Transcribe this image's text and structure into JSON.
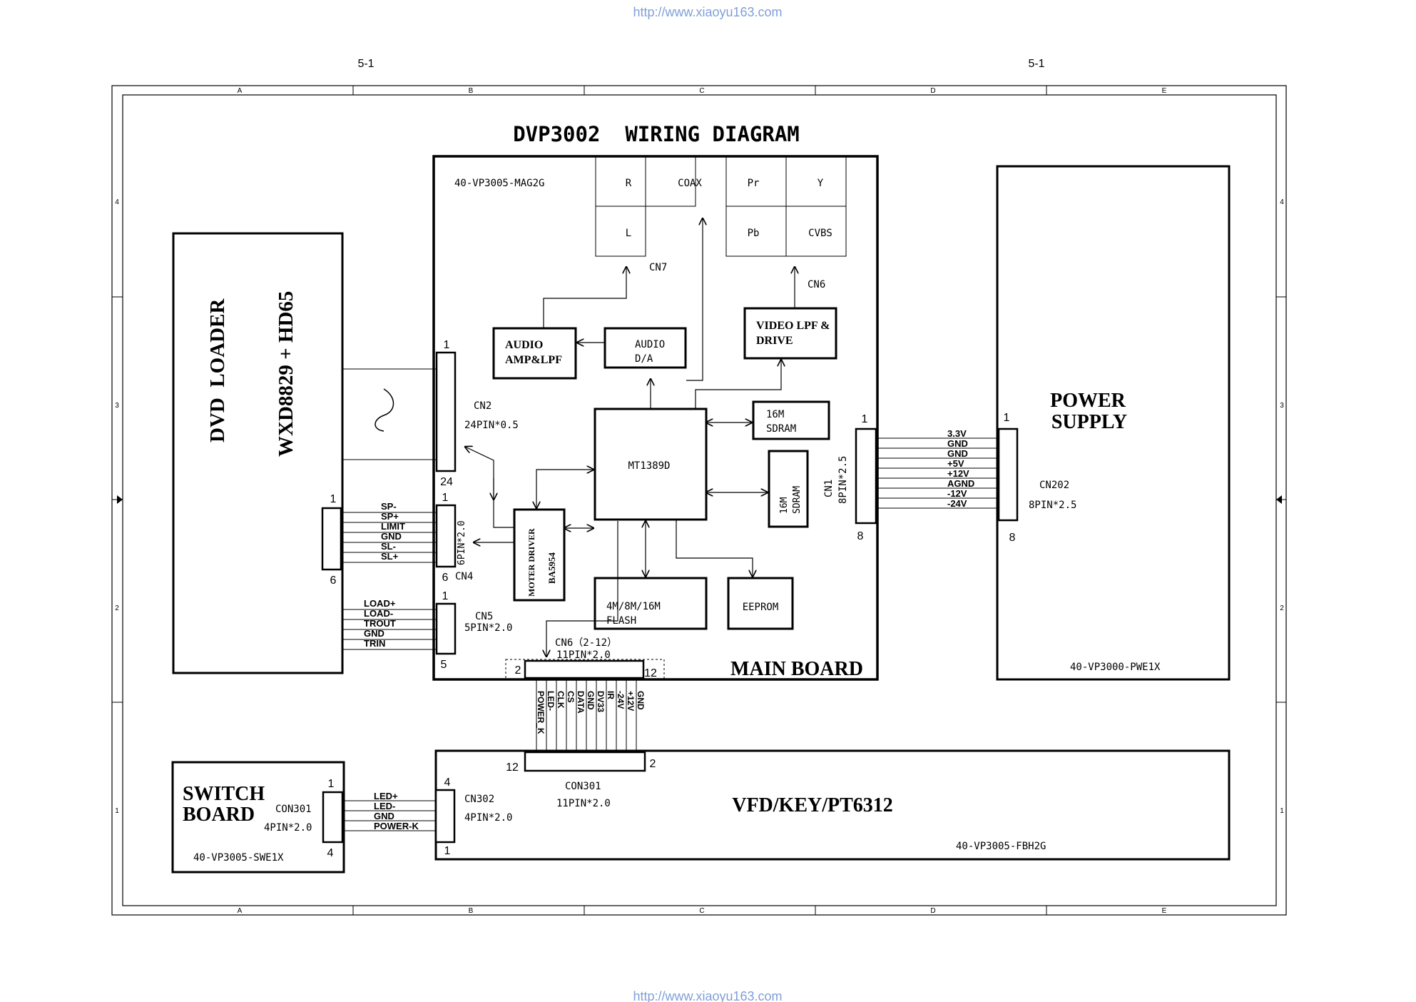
{
  "url_top": "http://www.xiaoyu163.com",
  "url_bottom": "http://www.xiaoyu163.com",
  "page_left": "5-1",
  "page_right": "5-1",
  "title": "DVP3002  WIRING DIAGRAM",
  "grid": {
    "cols": [
      "A",
      "B",
      "C",
      "D",
      "E"
    ],
    "rows": [
      "4",
      "3",
      "2",
      "1"
    ]
  },
  "loader": {
    "line1": "DVD  LOADER",
    "line2": "WXD8829 + HD65"
  },
  "loader_conn": {
    "pin_first": "1",
    "pin_last": "6"
  },
  "spindle_signals": [
    "SP-",
    "SP+",
    "LIMIT",
    "GND",
    "SL-",
    "SL+"
  ],
  "load_signals": [
    "LOAD+",
    "LOAD-",
    "TROUT",
    "GND",
    "TRIN"
  ],
  "main": {
    "part": "40-VP3005-MAG2G",
    "label": "MAIN BOARD",
    "cn2": {
      "name": "CN2",
      "spec": "24PIN*0.5",
      "pin_first": "1",
      "pin_last": "24"
    },
    "cn4": {
      "name": "CN4",
      "spec": "6PIN*2.0",
      "pin_first": "1",
      "pin_last": "6"
    },
    "cn5": {
      "name": "CN5",
      "spec": "5PIN*2.0",
      "pin_first": "1",
      "pin_last": "5"
    },
    "cn6b": {
      "name": "CN6（2-12）",
      "spec": "11PIN*2.0",
      "pin_first": "2",
      "pin_last": "12"
    },
    "cn1": {
      "name": "CN1",
      "spec": "8PIN*2.5",
      "pin_first": "1",
      "pin_last": "8"
    },
    "cn7": "CN7",
    "cn6": "CN6",
    "jacks_audio": [
      "R",
      "COAX",
      "L"
    ],
    "jacks_video": [
      "Pr",
      "Y",
      "Pb",
      "CVBS"
    ],
    "audio_amp": [
      "AUDIO",
      "AMP&LPF"
    ],
    "audio_da": [
      "AUDIO",
      "D/A"
    ],
    "video_lpf": [
      "VIDEO LPF &",
      "DRIVE"
    ],
    "mcu": "MT1389D",
    "sdram1": [
      "16M",
      "SDRAM"
    ],
    "sdram2": [
      "16M",
      "SDRAM"
    ],
    "motor": [
      "MOTER DRIVER",
      "BA5954"
    ],
    "flash": [
      "4M/8M/16M",
      "FLASH"
    ],
    "eeprom": "EEPROM"
  },
  "power_signals": [
    "3.3V",
    "GND",
    "GND",
    "+5V",
    "+12V",
    "AGND",
    "-12V",
    "-24V"
  ],
  "power": {
    "line1": "POWER",
    "line2": "SUPPLY",
    "cn": "CN202",
    "spec": "8PIN*2.5",
    "pin_first": "1",
    "pin_last": "8",
    "part": "40-VP3000-PWE1X"
  },
  "vfd_signals": [
    "POWER_K",
    "LED-",
    "CLK",
    "CS",
    "DATA",
    "GND",
    "DV33",
    "IR",
    "-24V",
    "+12V",
    "GND"
  ],
  "vfd": {
    "label": "VFD/KEY/PT6312",
    "part": "40-VP3005-FBH2G",
    "con301": "CON301",
    "con301_spec": "11PIN*2.0",
    "con301_pin_left": "12",
    "con301_pin_right": "2",
    "cn302": "CN302",
    "cn302_spec": "4PIN*2.0",
    "cn302_pin_top": "4",
    "cn302_pin_bottom": "1"
  },
  "switch_signals": [
    "LED+",
    "LED-",
    "GND",
    "POWER-K"
  ],
  "switch": {
    "line1": "SWITCH",
    "line2": "BOARD",
    "con": "CON301",
    "spec": "4PIN*2.0",
    "pin_top": "1",
    "pin_bottom": "4",
    "part": "40-VP3005-SWE1X"
  }
}
